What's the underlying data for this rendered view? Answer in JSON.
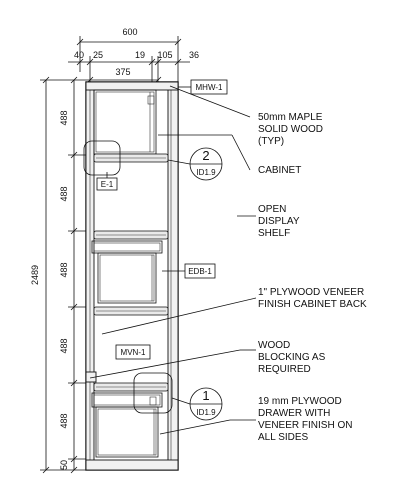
{
  "dimensions": {
    "overall_width": "600",
    "top_segments": [
      "40",
      "25",
      "19",
      "105",
      "36"
    ],
    "inner_width": "375",
    "overall_height": "2489",
    "vertical_segments": [
      "488",
      "488",
      "488",
      "488",
      "488",
      "50"
    ]
  },
  "tags": {
    "mhw": "MHW-1",
    "e": "E-1",
    "edb": "EDB-1",
    "mvn": "MVN-1"
  },
  "callouts": {
    "c2": {
      "number": "2",
      "ref": "ID1.9"
    },
    "c1": {
      "number": "1",
      "ref": "ID1.9"
    }
  },
  "notes": {
    "maple": [
      "50mm MAPLE",
      "SOLID WOOD",
      "(TYP)"
    ],
    "cabinet": [
      "CABINET"
    ],
    "open_shelf": [
      "OPEN",
      "DISPLAY",
      "SHELF"
    ],
    "plywood_back": [
      "1\" PLYWOOD VENEER",
      "FINISH CABINET BACK"
    ],
    "blocking": [
      "WOOD",
      "BLOCKING AS",
      "REQUIRED"
    ],
    "drawer": [
      "19 mm PLYWOOD",
      "DRAWER WITH",
      "VENEER FINISH ON",
      "ALL SIDES"
    ]
  }
}
